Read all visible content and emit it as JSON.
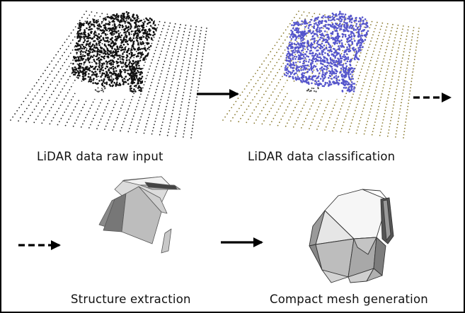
{
  "steps": [
    {
      "label": "LiDAR data raw input"
    },
    {
      "label": "LiDAR data classification"
    },
    {
      "label": "Structure extraction"
    },
    {
      "label": "Compact mesh generation"
    }
  ],
  "colors": {
    "ground_raw": "#222222",
    "building_raw": "#111111",
    "ground_classified": "#8a7a30",
    "building_classified": "#5555cc",
    "arrow": "#000000"
  }
}
